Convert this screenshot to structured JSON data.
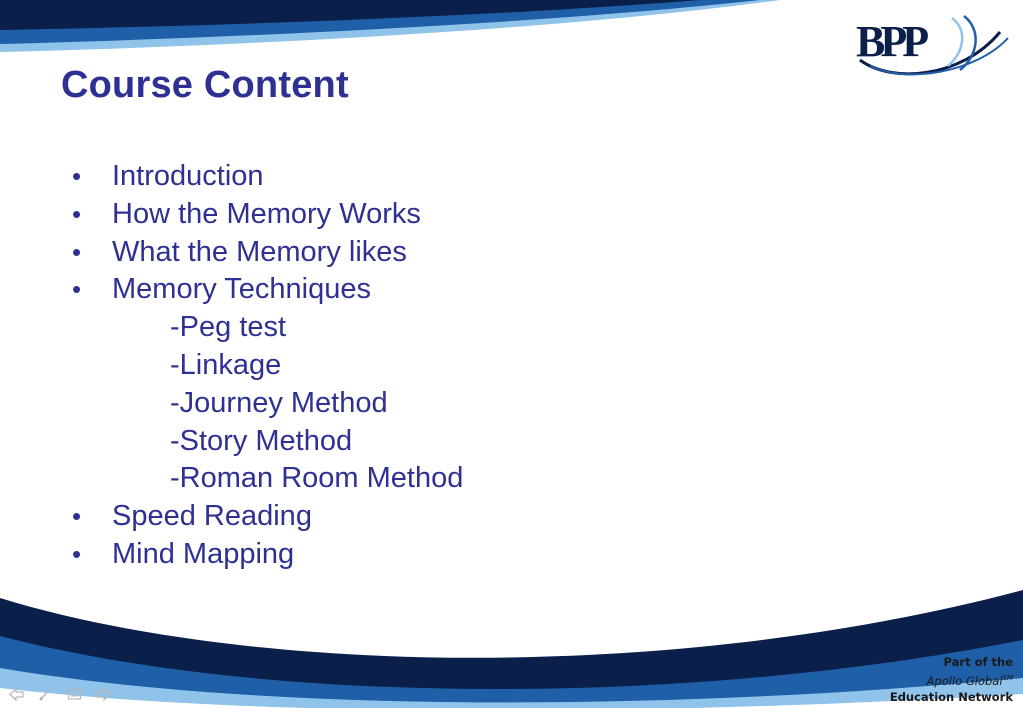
{
  "slide": {
    "title": "Course Content",
    "items": [
      {
        "text": "Introduction",
        "level": 1
      },
      {
        "text": "How the Memory Works",
        "level": 1
      },
      {
        "text": "What the Memory likes",
        "level": 1
      },
      {
        "text": "Memory Techniques",
        "level": 1
      },
      {
        "text": "-Peg test",
        "level": 2
      },
      {
        "text": "-Linkage",
        "level": 2
      },
      {
        "text": "-Journey Method",
        "level": 2
      },
      {
        "text": "-Story Method",
        "level": 2
      },
      {
        "text": "-Roman Room Method",
        "level": 2
      },
      {
        "text": "Speed Reading",
        "level": 1
      },
      {
        "text": "Mind Mapping",
        "level": 1
      }
    ]
  },
  "logo": {
    "text": "BPP"
  },
  "footer": {
    "line1": "Part of the",
    "line2": "Apollo Global",
    "line2_sup": "SM",
    "line3": "Education Network"
  },
  "nav": [
    "back-arrow-icon",
    "pen-icon",
    "menu-icon",
    "forward-arrow-icon"
  ],
  "colors": {
    "title": "#2E3192",
    "text": "#2E3192",
    "navy": "#0B1F4B",
    "blue": "#1F5FA8",
    "light_blue": "#8FC3EA"
  }
}
